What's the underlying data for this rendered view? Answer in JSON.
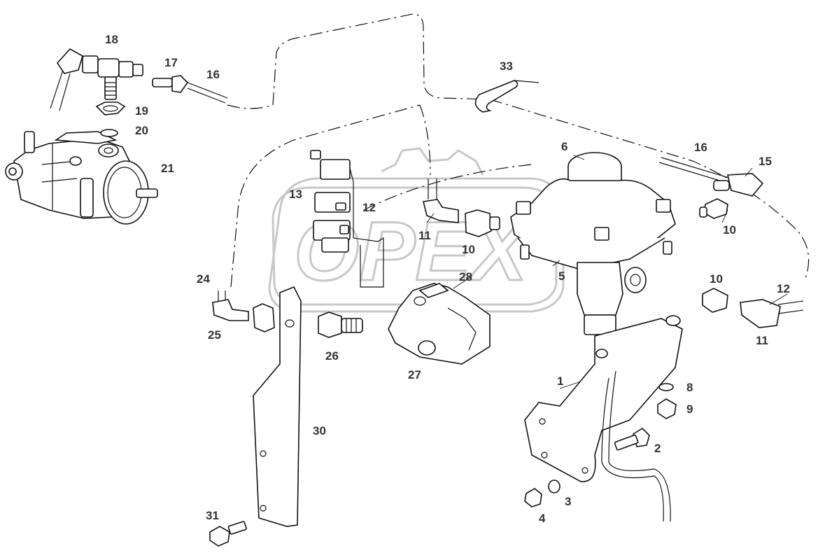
{
  "diagram": {
    "callouts": [
      {
        "id": "c1",
        "text": "1"
      },
      {
        "id": "c2",
        "text": "2"
      },
      {
        "id": "c3",
        "text": "3"
      },
      {
        "id": "c4",
        "text": "4"
      },
      {
        "id": "c5",
        "text": "5"
      },
      {
        "id": "c6",
        "text": "6"
      },
      {
        "id": "c8",
        "text": "8"
      },
      {
        "id": "c9",
        "text": "9"
      },
      {
        "id": "c10a",
        "text": "10"
      },
      {
        "id": "c10b",
        "text": "10"
      },
      {
        "id": "c10c",
        "text": "10"
      },
      {
        "id": "c11a",
        "text": "11"
      },
      {
        "id": "c11b",
        "text": "11"
      },
      {
        "id": "c12a",
        "text": "12"
      },
      {
        "id": "c12b",
        "text": "12"
      },
      {
        "id": "c13",
        "text": "13"
      },
      {
        "id": "c15",
        "text": "15"
      },
      {
        "id": "c16a",
        "text": "16"
      },
      {
        "id": "c16b",
        "text": "16"
      },
      {
        "id": "c17",
        "text": "17"
      },
      {
        "id": "c18",
        "text": "18"
      },
      {
        "id": "c19",
        "text": "19"
      },
      {
        "id": "c20",
        "text": "20"
      },
      {
        "id": "c21",
        "text": "21"
      },
      {
        "id": "c24",
        "text": "24"
      },
      {
        "id": "c25",
        "text": "25"
      },
      {
        "id": "c26",
        "text": "26"
      },
      {
        "id": "c27",
        "text": "27"
      },
      {
        "id": "c28",
        "text": "28"
      },
      {
        "id": "c30",
        "text": "30"
      },
      {
        "id": "c31",
        "text": "31"
      },
      {
        "id": "c33",
        "text": "33"
      }
    ],
    "watermark": {
      "text": "OPEX",
      "color": "#c8c8c8"
    }
  }
}
